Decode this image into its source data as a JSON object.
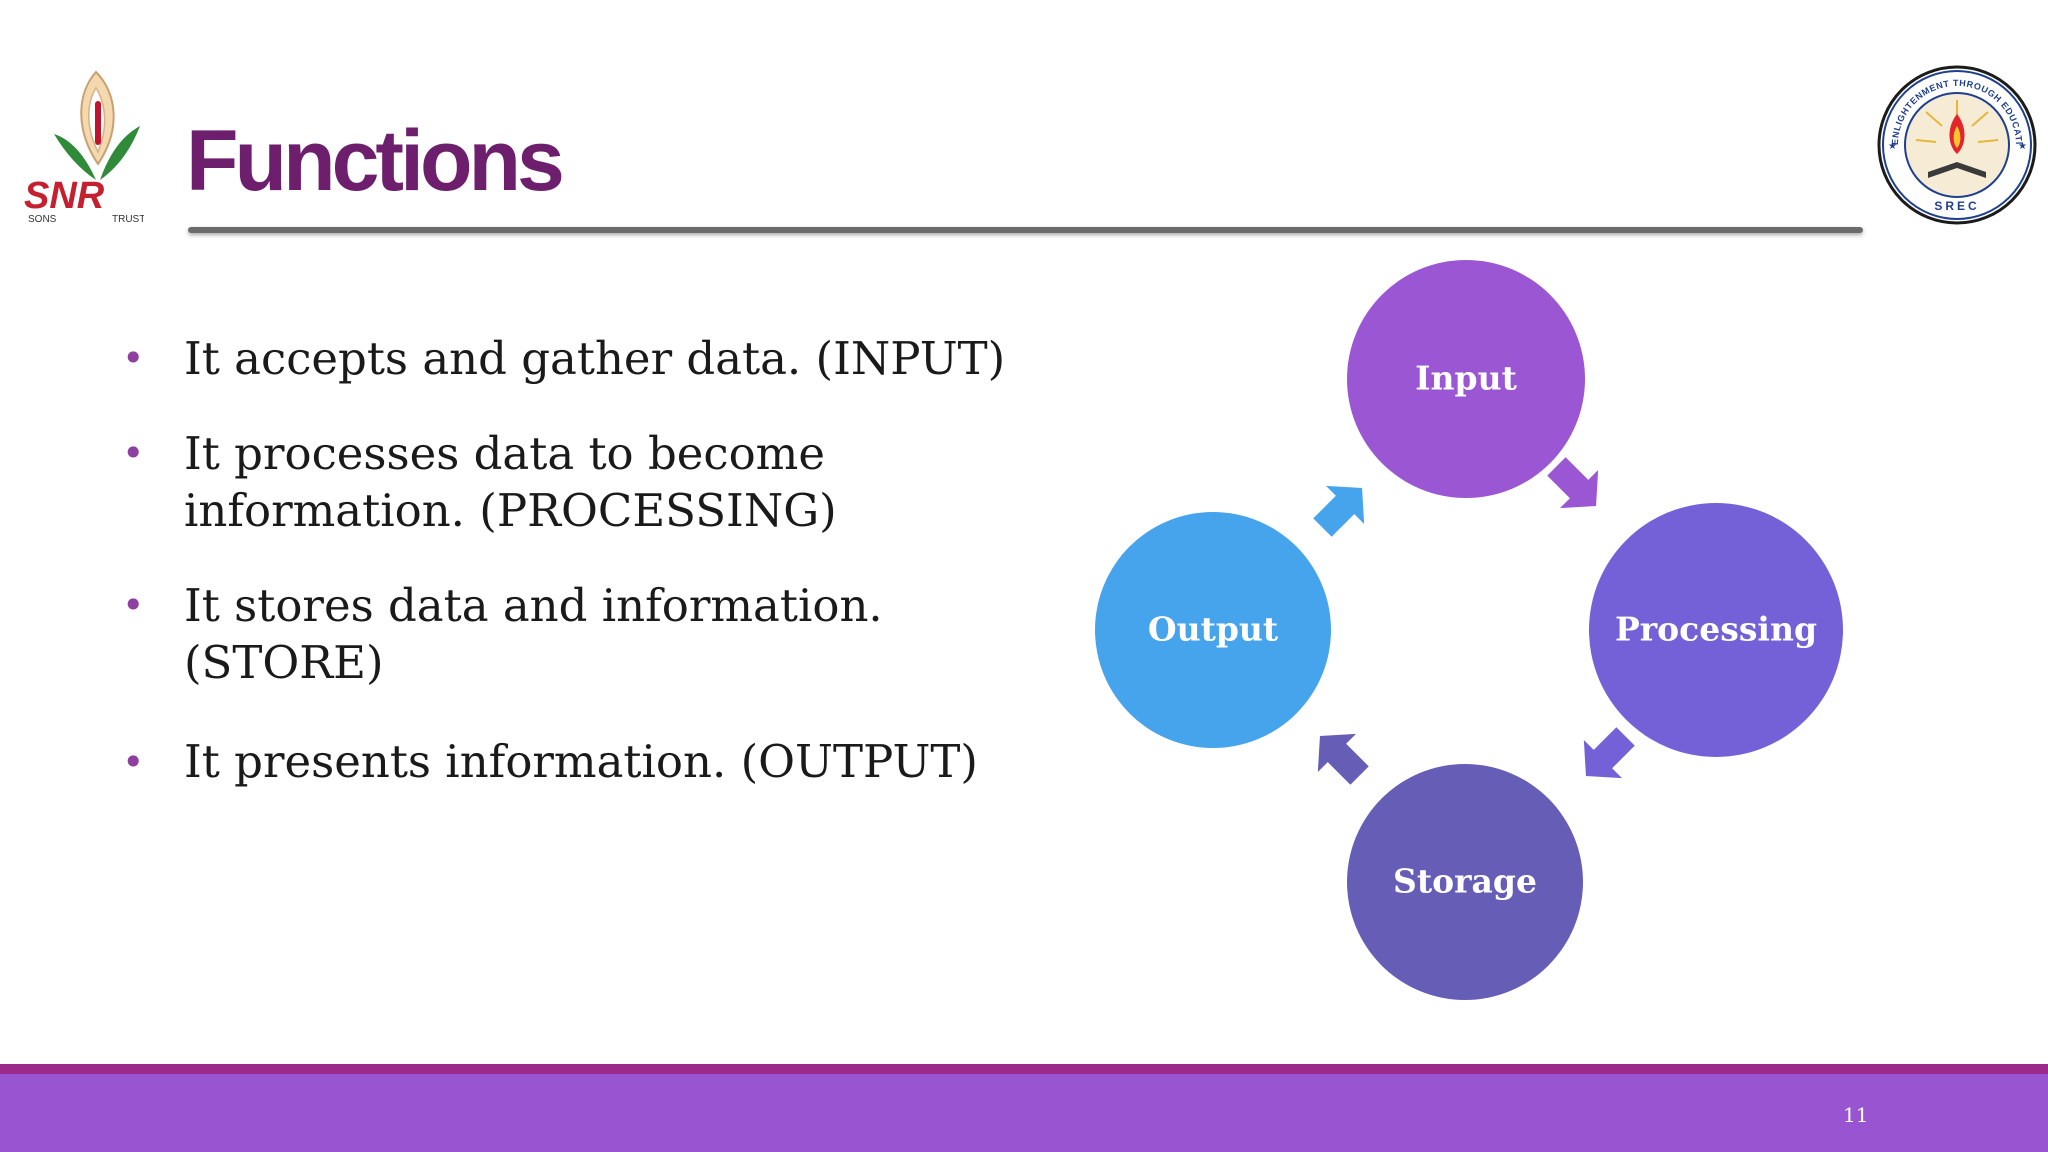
{
  "slide": {
    "title": "Functions",
    "page_number": "11"
  },
  "logos": {
    "left_text": "SNR",
    "left_sub_left": "SONS",
    "left_sub_right": "TRUST",
    "right_ring_text": "ENLIGHTENMENT THROUGH EDUCATION",
    "right_bottom_text": "SREC"
  },
  "bullets": [
    "It accepts and gather data. (INPUT)",
    "It processes data to become information. (PROCESSING)",
    "It stores data and information. (STORE)",
    "It presents information. (OUTPUT)"
  ],
  "cycle": {
    "nodes": [
      {
        "label": "Input",
        "color": "#9b57d3"
      },
      {
        "label": "Processing",
        "color": "#7461d8"
      },
      {
        "label": "Storage",
        "color": "#665db6"
      },
      {
        "label": "Output",
        "color": "#46a4ec"
      }
    ]
  },
  "colors": {
    "title": "#6d1f6e",
    "bullet": "#8e3fa0",
    "footer_bar": "#9954d2",
    "footer_line": "#9b2a8b"
  }
}
